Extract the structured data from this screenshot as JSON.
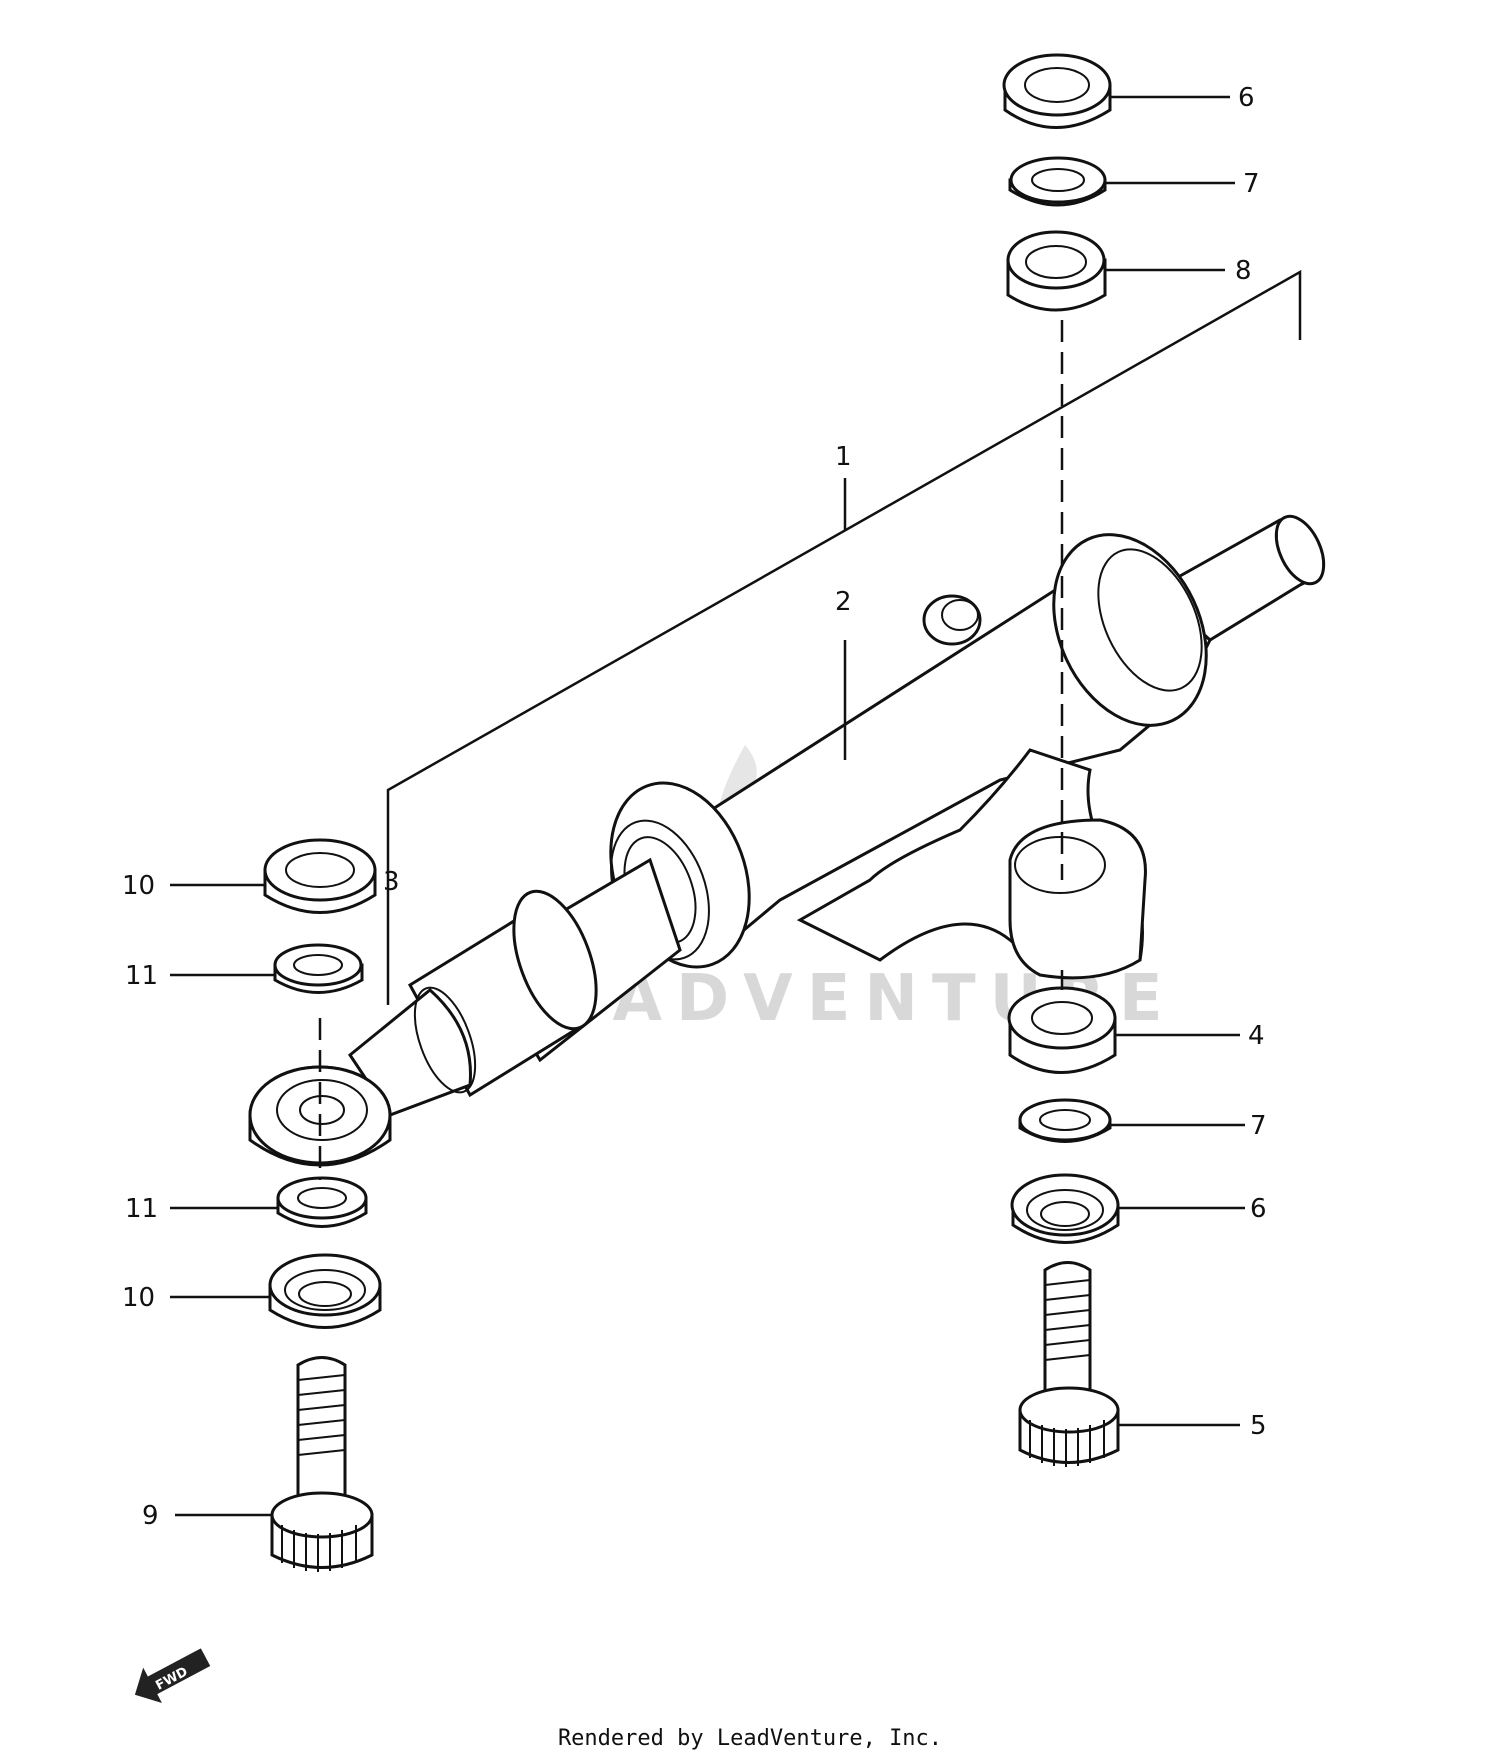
{
  "labels": {
    "p1": "1",
    "p2": "2",
    "p3": "3",
    "p4": "4",
    "p5": "5",
    "p6_top": "6",
    "p6_bot": "6",
    "p7_top": "7",
    "p7_bot": "7",
    "p8": "8",
    "p9": "9",
    "p10_top": "10",
    "p10_bot": "10",
    "p11_top": "11",
    "p11_bot": "11"
  },
  "watermark": "LEADVENTURE",
  "fwd_badge": "FWD",
  "footer": "Rendered by LeadVenture, Inc."
}
